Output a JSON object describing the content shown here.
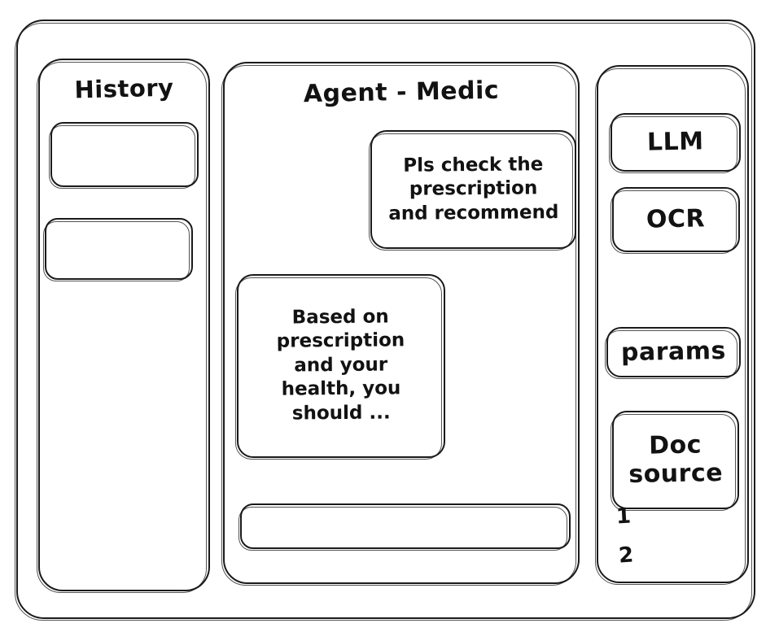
{
  "window": {
    "name": "agent-wireframe"
  },
  "history": {
    "title": "History",
    "items": [
      {
        "label": ""
      },
      {
        "label": ""
      }
    ]
  },
  "agent": {
    "title": "Agent - Medic",
    "messages": [
      {
        "role": "user",
        "text": "Pls check the\nprescription\nand recommend"
      },
      {
        "role": "assistant",
        "text": "Based on\nprescription\nand your\nhealth, you\nshould ..."
      }
    ],
    "composer": {
      "value": "",
      "placeholder": ""
    }
  },
  "tools": {
    "items": [
      {
        "label": "LLM"
      },
      {
        "label": "OCR"
      },
      {
        "label": "params"
      },
      {
        "label": "Doc\nsource"
      }
    ],
    "doc_refs": [
      "1",
      "2"
    ]
  },
  "colors": {
    "stroke": "#1a1a1a",
    "background": "#ffffff",
    "text": "#121212"
  }
}
